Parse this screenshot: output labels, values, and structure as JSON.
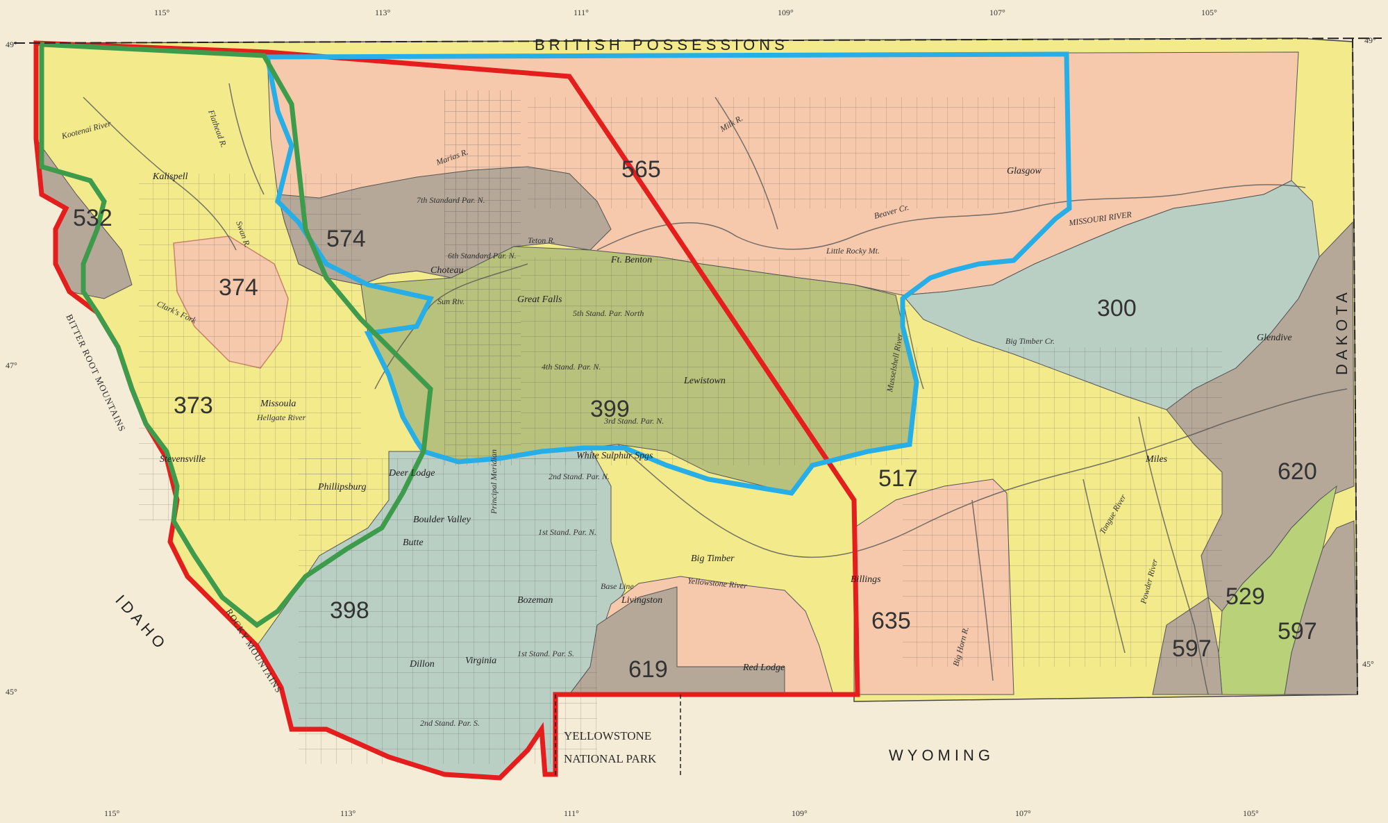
{
  "border_labels": {
    "north": "BRITISH POSSESSIONS",
    "south": "WYOMING",
    "east": "DAKOTA",
    "west": "IDAHO",
    "bitterroot": "BITTER ROOT MOUNTAINS",
    "rocky": "ROCKY MOUNTAINS",
    "park_line1": "YELLOWSTONE",
    "park_line2": "NATIONAL PARK"
  },
  "graticule": {
    "top": [
      "115°",
      "113°",
      "111°",
      "109°",
      "107°",
      "105°"
    ],
    "bottom": [
      "115°",
      "113°",
      "111°",
      "109°",
      "107°",
      "105°"
    ],
    "left": [
      "49°",
      "47°",
      "45°"
    ],
    "right": [
      "49°",
      "45°"
    ]
  },
  "cessions": [
    "532",
    "574",
    "565",
    "374",
    "300",
    "373",
    "399",
    "517",
    "620",
    "398",
    "635",
    "619",
    "529",
    "597",
    "597"
  ],
  "towns": [
    "Kalispell",
    "Choteau",
    "Ft. Benton",
    "Great Falls",
    "Missoula",
    "Lewistown",
    "Glasgow",
    "Glendive",
    "Miles",
    "Stevensville",
    "Phillipsburg",
    "Deer Lodge",
    "Butte",
    "Boulder Valley",
    "Dillon",
    "Virginia",
    "Bozeman",
    "Livingston",
    "Big Timber",
    "Billings",
    "Red Lodge",
    "White Sulphur Spgs"
  ],
  "rivers": [
    "MISSOURI RIVER",
    "Yellowstone River",
    "Milk R.",
    "Marias R.",
    "Teton R.",
    "Sun Riv.",
    "Flathead R.",
    "Kootenai River",
    "Clark's Fork",
    "Swan R.",
    "Big Timber Cr.",
    "Powder River",
    "Tongue River",
    "Big Horn R.",
    "Musselshell River",
    "Hellgate River",
    "Beaver Cr.",
    "Little Rocky Mt."
  ],
  "survey_lines": [
    "7th Standard Par. N.",
    "6th Standard Par. N.",
    "5th Stand. Par. North",
    "4th Stand. Par. N.",
    "3rd Stand. Par. N.",
    "2nd Stand. Par. N.",
    "1st Stand. Par. N.",
    "1st Stand. Par. S.",
    "2nd Stand. Par. S.",
    "Base Line",
    "Principal Meridian"
  ],
  "colors": {
    "paper": "#f4ecd6",
    "yellow": "#f3ea8c",
    "pink": "#f6c9ad",
    "gray_green": "#b9cfc4",
    "olive": "#b9c27c",
    "taupe": "#b5a898",
    "lime": "#b9d27a",
    "red_outline": "#e41d1d",
    "blue_outline": "#27aee6",
    "green_outline": "#3f9b4c"
  }
}
